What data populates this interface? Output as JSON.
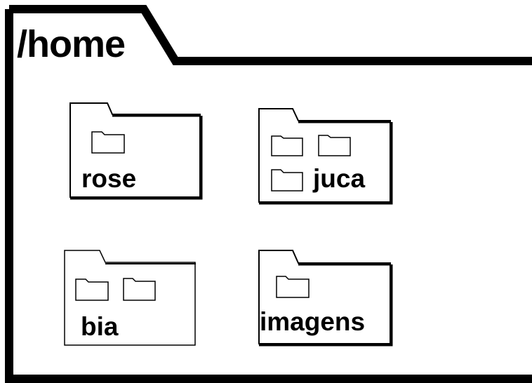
{
  "home_frame": {
    "title": "/home",
    "folders": [
      {
        "label": "rose",
        "subfolders": 1
      },
      {
        "label": "juca",
        "subfolders": 3
      },
      {
        "label": "bia",
        "subfolders": 2
      },
      {
        "label": "imagens",
        "subfolders": 1
      }
    ]
  },
  "colors": {
    "line": "#000000",
    "background": "#ffffff"
  },
  "icons": [
    "folder-icon"
  ]
}
